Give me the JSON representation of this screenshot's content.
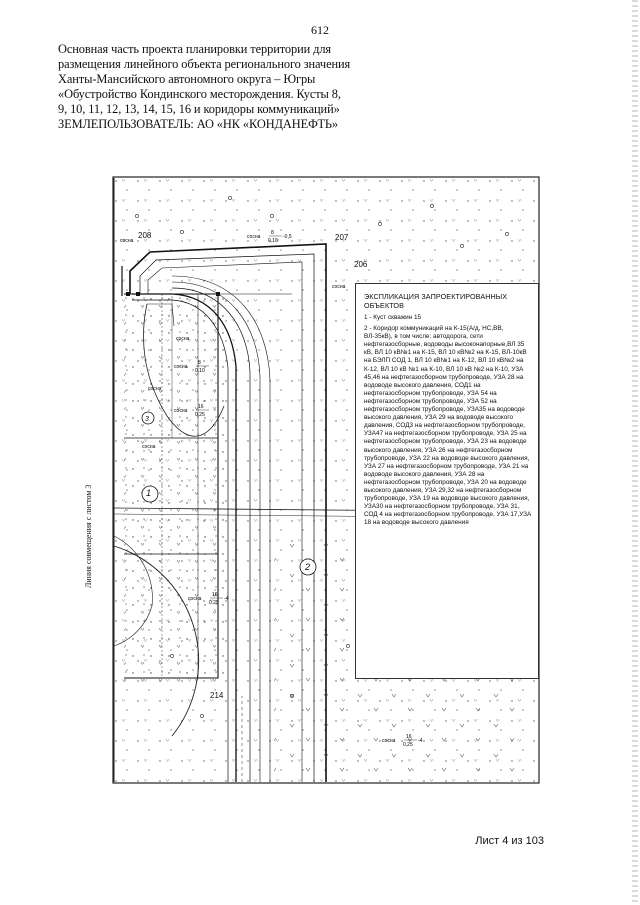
{
  "page_number": "612",
  "title_lines": [
    "Основная часть проекта планировки территории для",
    "размещения линейного объекта  регионального значения",
    "Ханты-Мансийского автономного округа – Югры",
    "«Обустройство Кондинского месторождения. Кусты 8,",
    "9, 10, 11, 12, 13, 14, 15, 16 и коридоры коммуникаций»",
    " ЗЕМЛЕПОЛЬЗОВАТЕЛЬ: АО «НК «КОНДАНЕФТЬ»"
  ],
  "side_label": "Линия совмещения с листом 3",
  "map": {
    "boundary_points": [
      "206",
      "207",
      "208",
      "214"
    ],
    "area_numbers": [
      "1",
      "2",
      "3"
    ],
    "vegetation_labels": [
      {
        "species": "сосна",
        "num": "8",
        "den": "0,10",
        "suffix": "-0,5"
      },
      {
        "species": "сосна",
        "num": "8",
        "den": "0,10",
        "suffix": ""
      },
      {
        "species": "сосна",
        "num": "16",
        "den": "0,25",
        "suffix": ""
      },
      {
        "species": "сосна",
        "num": "16",
        "den": "0,25",
        "suffix": "-4"
      },
      {
        "species": "сосна",
        "num": "16",
        "den": "0,25",
        "suffix": "-4"
      }
    ],
    "short_labels": [
      "сосна",
      "сосна",
      "сосна",
      "сосна",
      "сосна"
    ]
  },
  "legend": {
    "title": "ЭКСПЛИКАЦИЯ ЗАПРОЕКТИРОВАННЫХ ОБЪЕКТОВ",
    "items": [
      "1 - Куст скважин 15",
      "2 - Коридор коммуникаций на К-15(А/д, НС,ВВ, ВЛ-35кВ), в том числе: автодорога, сети нефтегазосборные, водоводы высоконапорные,ВЛ 35 кВ, ВЛ 10 кВ№1 на К-15, ВЛ 10 кВ№2 на К-15, ВЛ-10кВ на БЭЛП СОД 1, ВЛ 10 кВ№1 на К-12, ВЛ 10 кВ№2 на К-12, ВЛ 10 кВ №1 на К-10, ВЛ 10 кВ №2 на К-10, УЗА 45,46 на нефтегазосборном трубопроводе, УЗА 28 на водоводе высокого давления, СОД1 на нефтегазосборном трубопроводе, УЗА 54 на нефтегазосборном трубопроводе, УЗА 52 на нефтегазосборном трубопроводе, УЗА35 на водоводе высокого давления, УЗА 29 на водоводе высокого давления, СОД3 на нефтегазосборном трубопроводе, УЗА47 на нефтегазосборном трубопроводе, УЗА 25 на нефтегазосборном трубопроводе, УЗА 23 на водоводе высокого давления, УЗА 26 на нефтегазосборном трубопроводе, УЗА 22 на водоводе высокого давления, УЗА 27 на нефтегазосборном трубопроводе, УЗА 21 на водоводе высокого давления, УЗА 28 на нефтегазосборном трубопроводе, УЗА 20 на водоводе высокого давления, УЗА 29,32 на нефтегазосборном трубопроводе, УЗА 19 на водоводе высокого давления, УЗА30 на нефтегазосборном трубопроводе, УЗА 31, СОД 4 на нефтегазосборном трубопроводе, УЗА 17,УЗА 18 на водоводе высокого давления"
    ]
  },
  "sheet_label": "Лист 4 из 103"
}
